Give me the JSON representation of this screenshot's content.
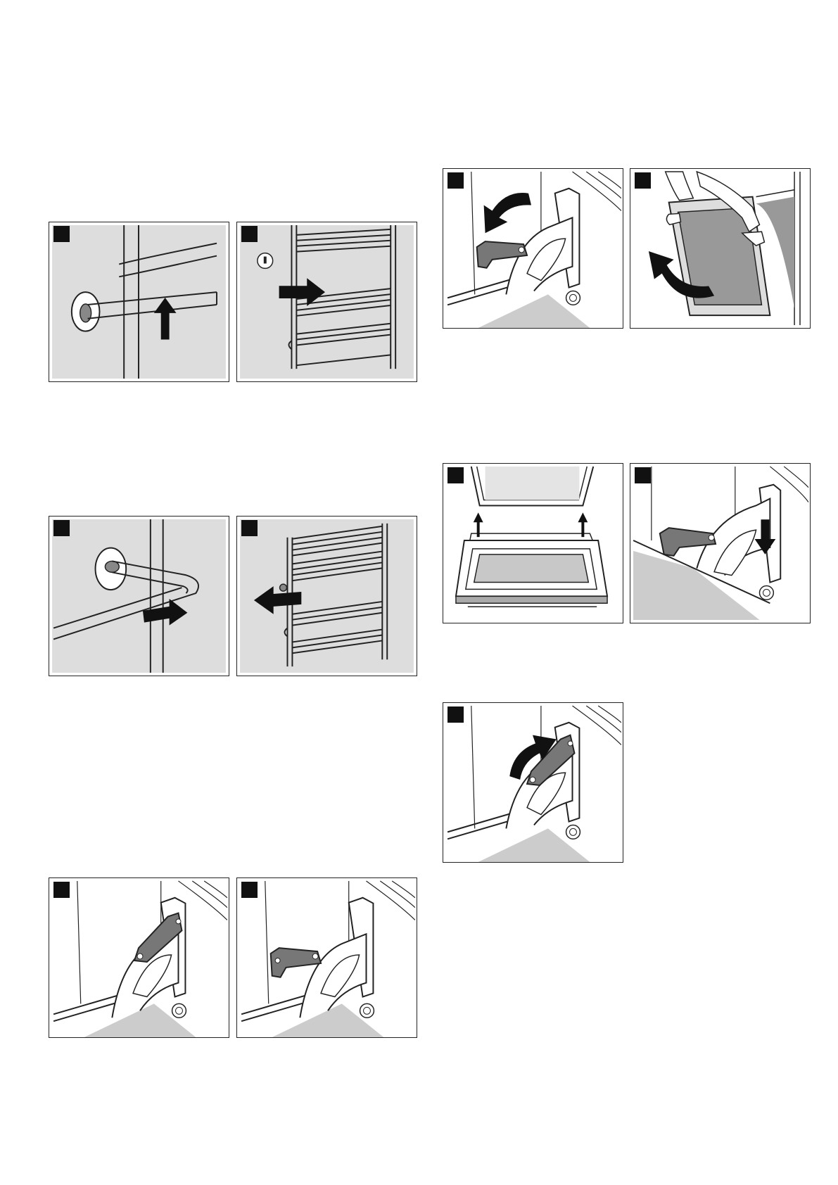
{
  "page": {
    "panel_bg": "#dddddd",
    "arrow_color": "#111111",
    "lever_color": "#777777",
    "floor_color": "#cccccc"
  },
  "figures": [
    {
      "id": "rail-unhook-up",
      "subject": "shelf-rail-hook",
      "arrow": "up"
    },
    {
      "id": "rail-pull-out",
      "subject": "shelf-rail-assembly",
      "arrow": "right"
    },
    {
      "id": "rail-hook-in",
      "subject": "shelf-rail-hook",
      "arrow": "right"
    },
    {
      "id": "rail-push-in",
      "subject": "shelf-rail-assembly",
      "arrow": "left"
    },
    {
      "id": "hinge-lever-up",
      "subject": "door-hinge",
      "lever": "up"
    },
    {
      "id": "hinge-lever-down",
      "subject": "door-hinge",
      "lever": "down"
    },
    {
      "id": "hinge-lever-fold",
      "subject": "door-hinge",
      "arrow": "curved-down"
    },
    {
      "id": "door-lift-out",
      "subject": "oven-door-with-hands",
      "arrow": "curved-up"
    },
    {
      "id": "door-insert",
      "subject": "oven-door-open",
      "arrow": "up"
    },
    {
      "id": "hinge-engage",
      "subject": "door-hinge",
      "arrow": "down"
    },
    {
      "id": "hinge-lever-unfold",
      "subject": "door-hinge",
      "arrow": "curved-up"
    }
  ]
}
